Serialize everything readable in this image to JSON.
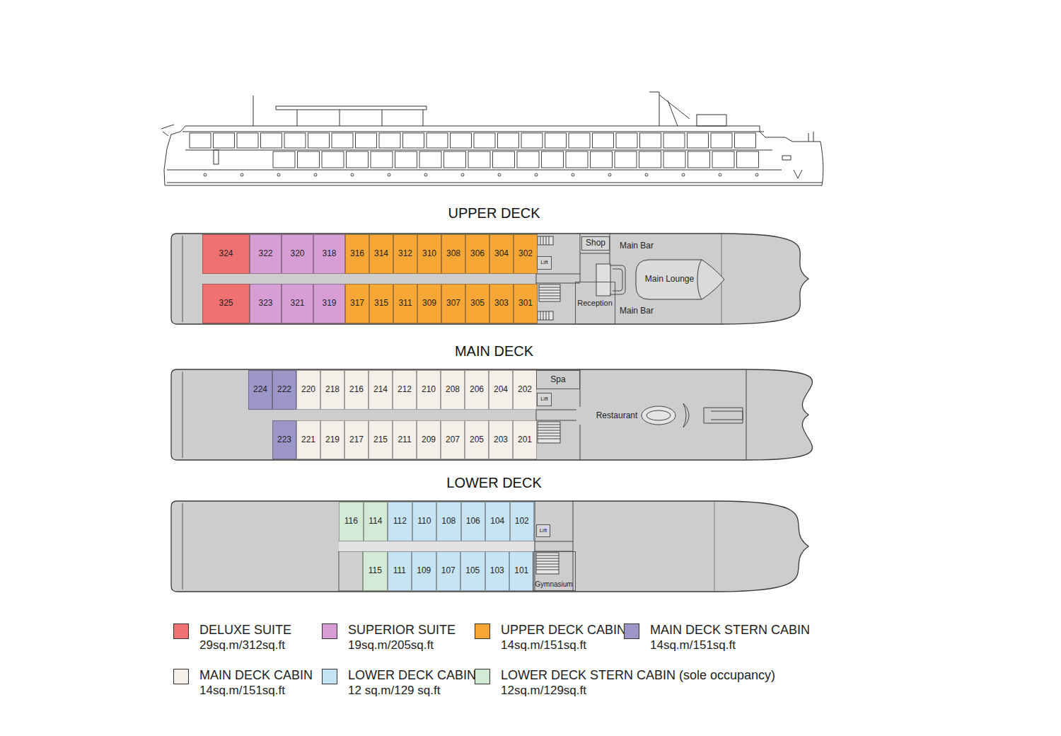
{
  "diagram": {
    "nodes": [
      {
        "text": [
          "UPPER DECK"
        ]
      },
      {
        "text": [
          "324"
        ],
        "in": 0
      },
      {
        "text": [
          "322"
        ],
        "in": 0
      },
      {
        "text": [
          "320"
        ],
        "in": 0
      },
      {
        "text": [
          "318"
        ],
        "in": 0
      },
      {
        "text": [
          "316"
        ],
        "in": 0
      },
      {
        "text": [
          "314"
        ],
        "in": 0
      },
      {
        "text": [
          "312"
        ],
        "in": 0
      },
      {
        "text": [
          "310"
        ],
        "in": 0
      },
      {
        "text": [
          "308"
        ],
        "in": 0
      },
      {
        "text": [
          "306"
        ],
        "in": 0
      },
      {
        "text": [
          "304"
        ],
        "in": 0
      },
      {
        "text": [
          "302"
        ],
        "in": 0
      },
      {
        "text": [
          "Shop"
        ],
        "in": 0
      },
      {
        "text": [
          "Lift"
        ],
        "in": 0
      },
      {
        "text": [
          "Main Lounge"
        ],
        "in": 0
      },
      {
        "text": [
          "325"
        ],
        "in": 0
      },
      {
        "text": [
          "323"
        ],
        "in": 0
      },
      {
        "text": [
          "321"
        ],
        "in": 0
      },
      {
        "text": [
          "319"
        ],
        "in": 0
      },
      {
        "text": [
          "317"
        ],
        "in": 0
      },
      {
        "text": [
          "315"
        ],
        "in": 0
      },
      {
        "text": [
          "311"
        ],
        "in": 0
      },
      {
        "text": [
          "309"
        ],
        "in": 0
      },
      {
        "text": [
          "307"
        ],
        "in": 0
      },
      {
        "text": [
          "305"
        ],
        "in": 0
      },
      {
        "text": [
          "303"
        ],
        "in": 0
      },
      {
        "text": [
          "301"
        ],
        "in": 0
      },
      {
        "text": [
          "Reception"
        ],
        "in": 0
      },
      {
        "text": [
          "MAIN DECK"
        ]
      },
      {
        "text": [
          "224"
        ],
        "in": 29
      },
      {
        "text": [
          "222"
        ],
        "in": 29
      },
      {
        "text": [
          "220"
        ],
        "in": 29
      },
      {
        "text": [
          "218"
        ],
        "in": 29
      },
      {
        "text": [
          "216"
        ],
        "in": 29
      },
      {
        "text": [
          "214"
        ],
        "in": 29
      },
      {
        "text": [
          "212"
        ],
        "in": 29
      },
      {
        "text": [
          "210"
        ],
        "in": 29
      },
      {
        "text": [
          "208"
        ],
        "in": 29
      },
      {
        "text": [
          "206"
        ],
        "in": 29
      },
      {
        "text": [
          "204"
        ],
        "in": 29
      },
      {
        "text": [
          "202"
        ],
        "in": 29
      },
      {
        "text": [
          "Spa"
        ],
        "in": 29
      },
      {
        "text": [
          "Lift"
        ],
        "in": 29
      },
      {
        "text": [
          "223"
        ],
        "in": 29
      },
      {
        "text": [
          "221"
        ],
        "in": 29
      },
      {
        "text": [
          "219"
        ],
        "in": 29
      },
      {
        "text": [
          "217"
        ],
        "in": 29
      },
      {
        "text": [
          "215"
        ],
        "in": 29
      },
      {
        "text": [
          "211"
        ],
        "in": 29
      },
      {
        "text": [
          "209"
        ],
        "in": 29
      },
      {
        "text": [
          "207"
        ],
        "in": 29
      },
      {
        "text": [
          "205"
        ],
        "in": 29
      },
      {
        "text": [
          "203"
        ],
        "in": 29
      },
      {
        "text": [
          "201"
        ],
        "in": 29
      },
      {
        "text": [
          "LOWER DECK"
        ]
      },
      {
        "text": [
          "116"
        ],
        "in": 55
      },
      {
        "text": [
          "114"
        ],
        "in": 55
      },
      {
        "text": [
          "112"
        ],
        "in": 55
      },
      {
        "text": [
          "110"
        ],
        "in": 55
      },
      {
        "text": [
          "108"
        ],
        "in": 55
      },
      {
        "text": [
          "106"
        ],
        "in": 55
      },
      {
        "text": [
          "104"
        ],
        "in": 55
      },
      {
        "text": [
          "102"
        ],
        "in": 55
      },
      {
        "text": [
          "Lift"
        ],
        "in": 55
      },
      {
        "text": [
          "115"
        ],
        "in": 55
      },
      {
        "text": [
          "111"
        ],
        "in": 55
      },
      {
        "text": [
          "109"
        ],
        "in": 55
      },
      {
        "text": [
          "107"
        ],
        "in": 55
      },
      {
        "text": [
          "105"
        ],
        "in": 55
      },
      {
        "text": [
          "103"
        ],
        "in": 55
      },
      {
        "text": [
          "101"
        ],
        "in": 55
      },
      {
        "text": [
          "Gymnasium"
        ],
        "in": 55
      }
    ],
    "labels": [
      "Main Bar",
      "Main Bar",
      "Restaurant",
      "29sq.m/312sq.ft",
      "19sq.m/205sq.ft",
      "14sq.m/151sq.ft",
      "14sq.m/151sq.ft",
      "14sq.m/151sq.ft",
      "12 sq.m/129 sq.ft",
      "12sq.m/129sq.ft"
    ],
    "legend": [
      {
        "text": "DELUXE SUITE",
        "color": "#f07171"
      },
      {
        "text": "SUPERIOR SUITE",
        "color": "#d79ed6"
      },
      {
        "text": "UPPER DECK CABIN",
        "color": "#f6a735"
      },
      {
        "text": "MAIN DECK STERN CABIN",
        "color": "#9d96c9"
      },
      {
        "text": "MAIN DECK CABIN",
        "color": "#f4efe9"
      },
      {
        "text": "LOWER DECK CABIN",
        "color": "#c6e4f4"
      },
      {
        "text": "LOWER DECK STERN CABIN (sole occupancy)",
        "color": "#d3ead7"
      }
    ]
  }
}
